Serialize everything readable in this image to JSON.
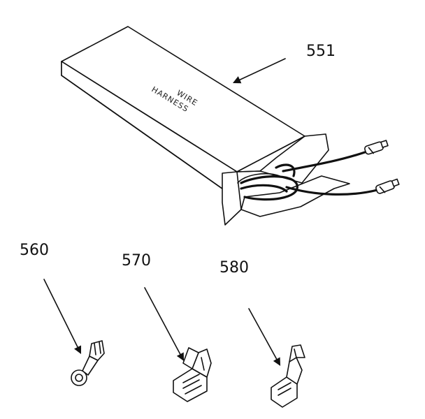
{
  "box": {
    "label_line1": "WIRE",
    "label_line2": "HARNESS"
  },
  "callouts": {
    "harness": "551",
    "ring_terminal": "560",
    "flag_terminal": "570",
    "spade_terminal": "580"
  }
}
